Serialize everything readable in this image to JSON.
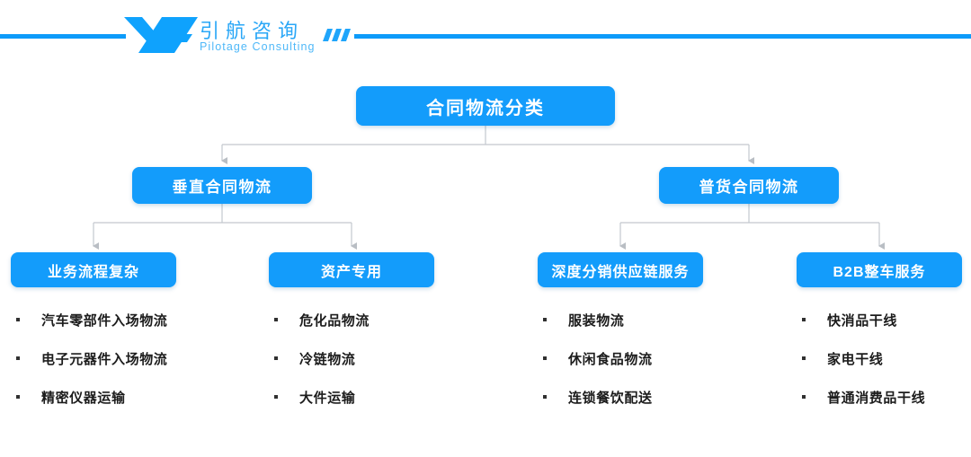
{
  "header": {
    "logo_icon": "yh-monogram-logo",
    "brand_cn": "引航咨询",
    "brand_en": "Pilotage Consulting",
    "accent_color": "#0d9bfa",
    "decoration_icon": "three-slashes-icon"
  },
  "diagram": {
    "node_color": "#139cfb",
    "connector_color": "#b9bec4",
    "root": {
      "label": "合同物流分类"
    },
    "level2": [
      {
        "label": "垂直合同物流"
      },
      {
        "label": "普货合同物流"
      }
    ],
    "level3": [
      {
        "label": "业务流程复杂"
      },
      {
        "label": "资产专用"
      },
      {
        "label": "深度分销供应链服务"
      },
      {
        "label": "B2B整车服务"
      }
    ],
    "lists": [
      {
        "items": [
          "汽车零部件入场物流",
          "电子元器件入场物流",
          "精密仪器运输"
        ]
      },
      {
        "items": [
          "危化品物流",
          "冷链物流",
          "大件运输"
        ]
      },
      {
        "items": [
          "服装物流",
          "休闲食品物流",
          "连锁餐饮配送"
        ]
      },
      {
        "items": [
          "快消品干线",
          "家电干线",
          "普通消费品干线"
        ]
      }
    ]
  }
}
